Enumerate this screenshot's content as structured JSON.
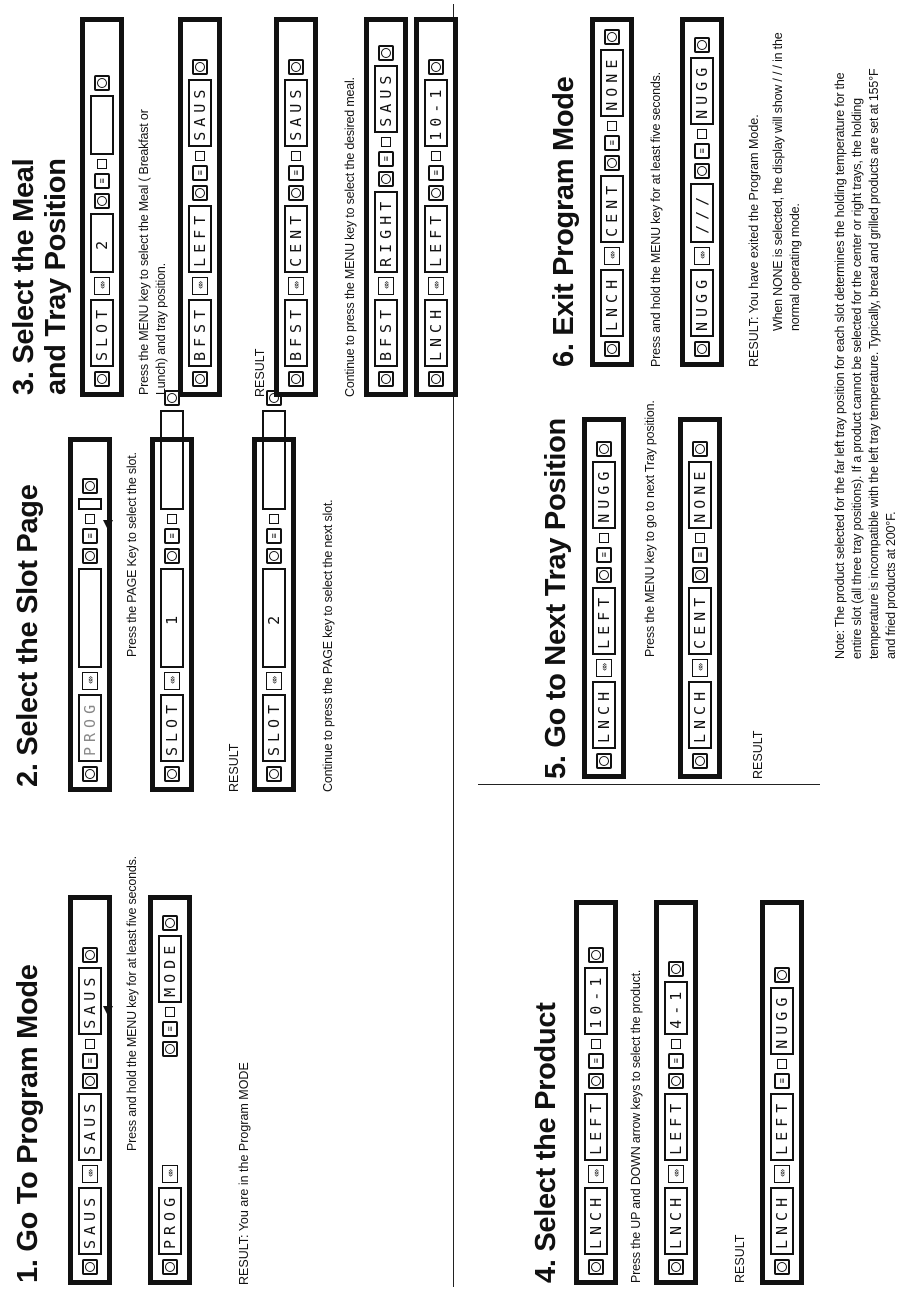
{
  "sections": [
    {
      "heading": "1. Go To Program Mode",
      "instruction": "Press and hold the MENU key for at least five seconds.",
      "panels": [
        [
          "SAUS",
          "SAUS",
          "SAUS"
        ],
        [
          "PROG",
          "",
          "MODE"
        ]
      ],
      "result": "RESULT: You are in the Program MODE"
    },
    {
      "heading": "2. Select the Slot Page",
      "instruction": "Press the PAGE Key to select the slot.",
      "panels": [
        [
          "PROG",
          "",
          ""
        ],
        [
          "SLOT",
          "1",
          ""
        ],
        [
          "SLOT",
          "2",
          ""
        ]
      ],
      "result_label": "RESULT",
      "continue_text": "Continue to press the PAGE key to select the next slot."
    },
    {
      "heading_lines": [
        "3. Select the Meal",
        "and Tray Position"
      ],
      "instruction_lines": [
        "Press the MENU key to select the Meal ( Breakfast or",
        "Lunch) and tray position."
      ],
      "panels": [
        [
          "SLOT",
          "2",
          ""
        ],
        [
          "BFST",
          "LEFT",
          "SAUS"
        ],
        [
          "BFST",
          "CENT",
          "SAUS"
        ],
        [
          "BFST",
          "RIGHT",
          "SAUS"
        ],
        [
          "LNCH",
          "LEFT",
          "10-1"
        ]
      ],
      "result_label": "RESULT",
      "continue_text": "Continue to press the MENU key to select the desired meal."
    },
    {
      "heading": "4. Select the Product",
      "instruction": "Press the UP and DOWN arrow keys to select the product.",
      "panels": [
        [
          "LNCH",
          "LEFT",
          "10-1"
        ],
        [
          "LNCH",
          "LEFT",
          "4-1"
        ],
        [
          "LNCH",
          "LEFT",
          "NUGG"
        ]
      ],
      "result_label": "RESULT"
    },
    {
      "heading": "5. Go to Next Tray Position",
      "instruction": "Press the MENU key to go to next Tray position.",
      "panels": [
        [
          "LNCH",
          "LEFT",
          "NUGG"
        ],
        [
          "LNCH",
          "CENT",
          "NONE"
        ]
      ],
      "result_label": "RESULT"
    },
    {
      "heading": "6. Exit Program Mode",
      "instruction": "Press and hold the MENU key for at least five seconds.",
      "panels": [
        [
          "LNCH",
          "CENT",
          "NONE"
        ],
        [
          "NUGG",
          "///",
          "NUGG"
        ]
      ],
      "result": "RESULT: You have exited the Program Mode.",
      "note_lines": [
        "When NONE is selected, the display will show / / / in the",
        "normal operating mode."
      ]
    }
  ],
  "footnote_lines": [
    "Note: The product selected for the far left tray position for each slot determines the holding temperature for the",
    "entire slot (all three tray positions). If a product cannot be selected for the center or right trays, the holding",
    "temperature is incompatible with the left tray temperature. Typically, bread and grilled products are set at 155°F",
    "and fried products at 200°F."
  ],
  "icons": {
    "dial": "dial-icon",
    "arrows": "up-down-arrows-icon",
    "tray": "tray-icon"
  }
}
